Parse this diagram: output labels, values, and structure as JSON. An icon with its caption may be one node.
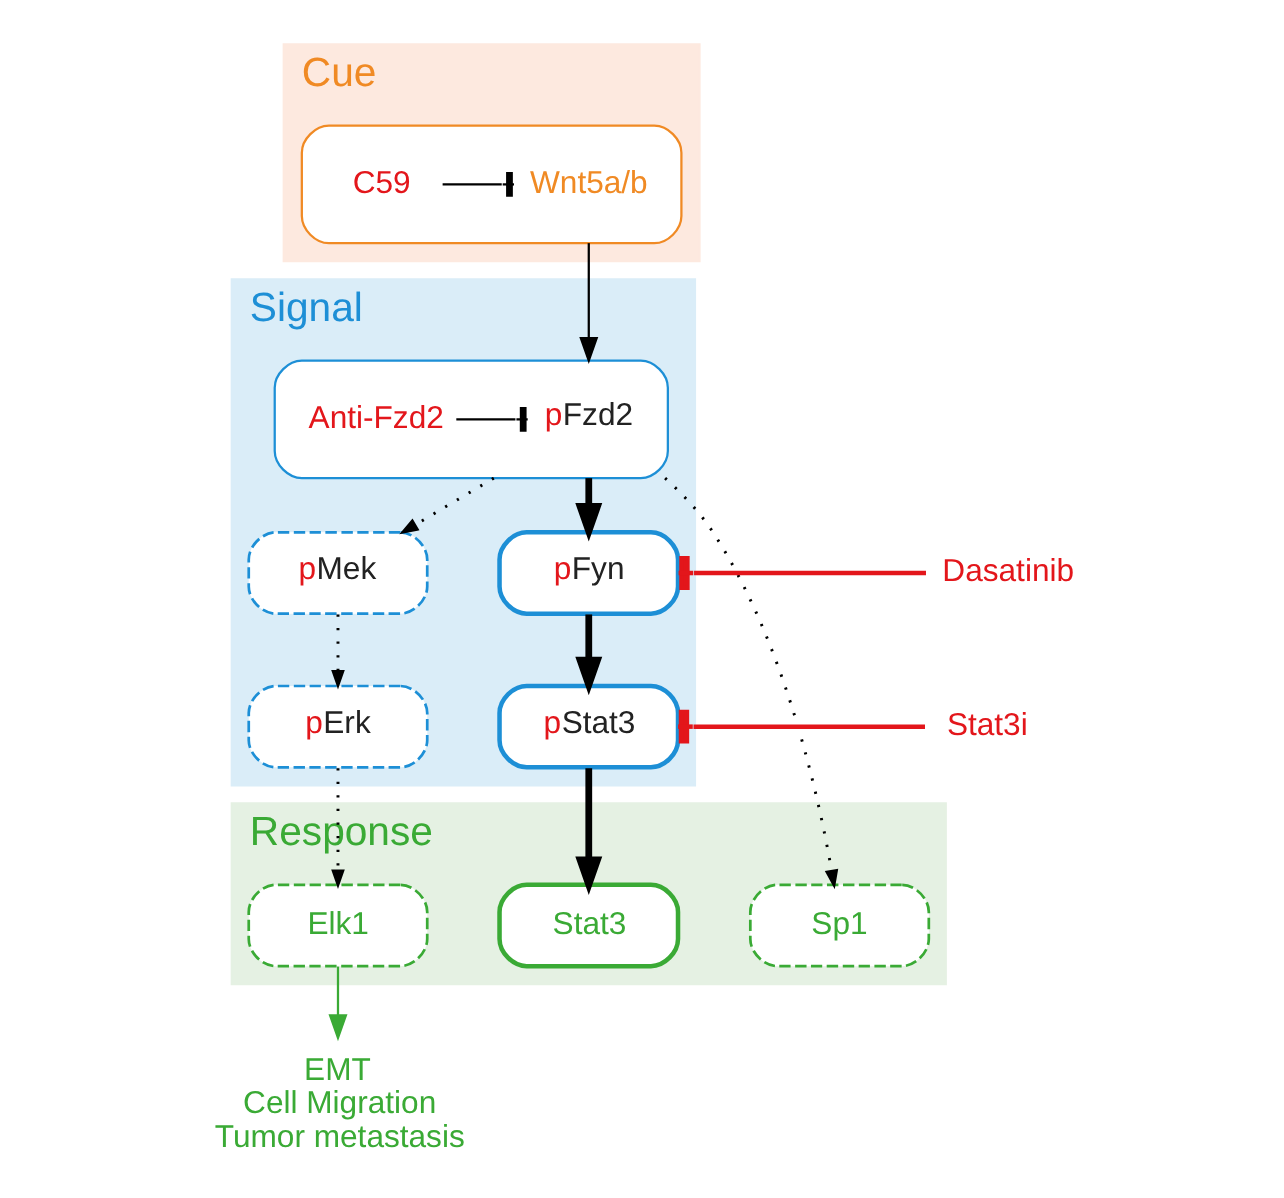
{
  "diagram": {
    "nodes": [
      {
        "text": [
          "Cue"
        ]
      },
      {
        "text": [],
        "shape": "box",
        "in": 0
      },
      {
        "text": [
          "C59"
        ],
        "in": 1
      },
      {
        "text": [
          "Wnt5a/b"
        ],
        "in": 1
      },
      {
        "text": [
          "Signal"
        ]
      },
      {
        "text": [],
        "shape": "box",
        "in": 4
      },
      {
        "text": [
          "Anti-Fzd2"
        ],
        "in": 5
      },
      {
        "text": [
          "pFzd2"
        ],
        "in": 5
      },
      {
        "text": [
          "pMek"
        ],
        "in": 4
      },
      {
        "text": [
          "pFyn"
        ],
        "in": 4
      },
      {
        "text": [
          "pErk"
        ],
        "in": 4
      },
      {
        "text": [
          "pStat3"
        ],
        "in": 4
      },
      {
        "text": [
          "Dasatinib"
        ]
      },
      {
        "text": [
          "Stat3i"
        ]
      },
      {
        "text": [
          "Response"
        ]
      },
      {
        "text": [
          "Sp1"
        ],
        "in": 14
      },
      {
        "text": [
          "Elk1"
        ],
        "in": 14
      },
      {
        "text": [
          "Stat3"
        ],
        "in": 14
      },
      {
        "text": [
          "EMT",
          "Cell Migration",
          "Tumor metastasis"
        ]
      }
    ],
    "edges": [
      {
        "from": 2,
        "to": 3,
        "arrow": "other"
      },
      {
        "from": 6,
        "to": 7,
        "arrow": "other"
      },
      {
        "from": 1,
        "to": 5,
        "arrow": "to"
      },
      {
        "from": 5,
        "to": 15,
        "arrow": "to",
        "style": "dashed"
      },
      {
        "from": 5,
        "to": 8,
        "arrow": "to",
        "style": "dashed"
      },
      {
        "from": 5,
        "to": 9,
        "arrow": "to",
        "style": "thick"
      },
      {
        "from": 8,
        "to": 10,
        "arrow": "to",
        "style": "dashed"
      },
      {
        "from": 10,
        "to": 16,
        "arrow": "to",
        "style": "dashed"
      },
      {
        "from": 9,
        "to": 11,
        "arrow": "to",
        "style": "thick"
      },
      {
        "from": 11,
        "to": 17,
        "arrow": "to",
        "style": "thick"
      },
      {
        "from": 12,
        "to": 9,
        "arrow": "other",
        "color": "#e3161b"
      },
      {
        "from": 13,
        "to": 11,
        "arrow": "other",
        "color": "#e3161b"
      },
      {
        "from": 16,
        "to": 18,
        "arrow": "to",
        "color": "#3aaa35"
      }
    ]
  }
}
